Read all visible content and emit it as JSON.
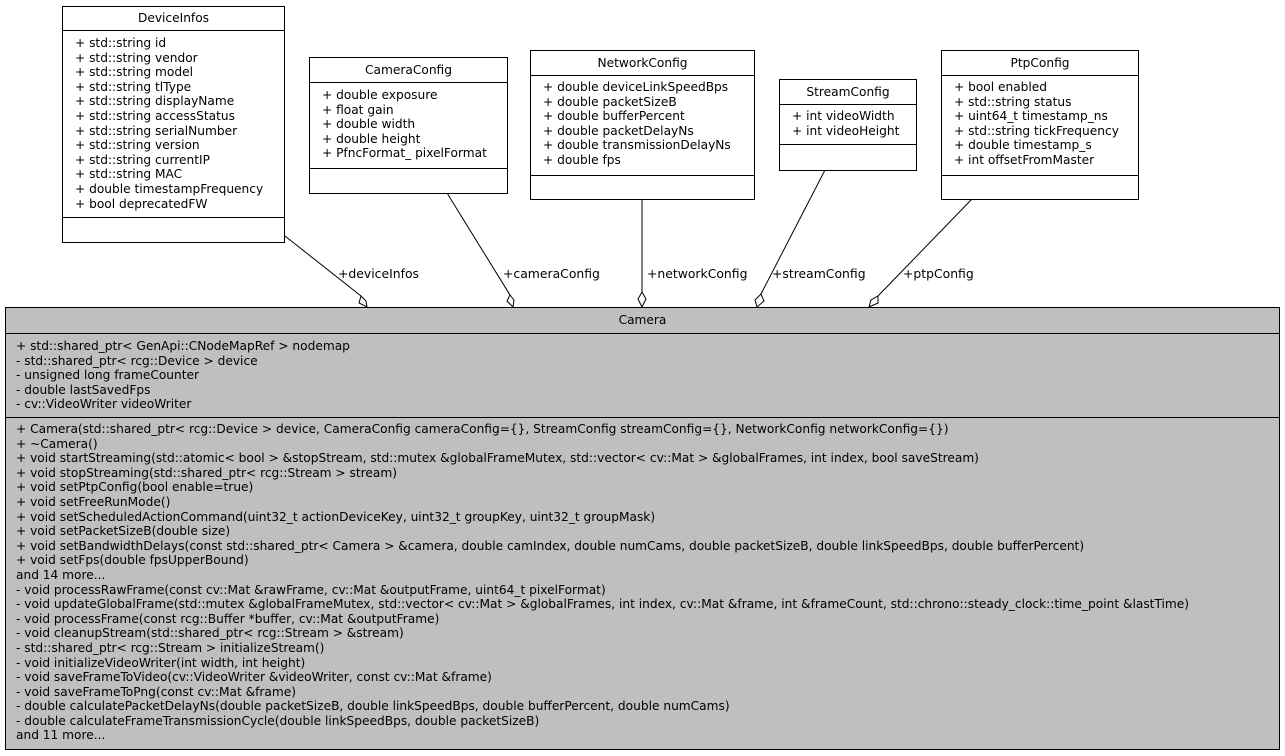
{
  "classes": {
    "device_infos": {
      "name": "DeviceInfos",
      "attributes": [
        "+ std::string id",
        "+ std::string vendor",
        "+ std::string model",
        "+ std::string tlType",
        "+ std::string displayName",
        "+ std::string accessStatus",
        "+ std::string serialNumber",
        "+ std::string version",
        "+ std::string currentIP",
        "+ std::string MAC",
        "+ double timestampFrequency",
        "+ bool deprecatedFW"
      ],
      "methods": []
    },
    "camera_config": {
      "name": "CameraConfig",
      "attributes": [
        "+ double exposure",
        "+ float gain",
        "+ double width",
        "+ double height",
        "+ PfncFormat_ pixelFormat"
      ],
      "methods": []
    },
    "network_config": {
      "name": "NetworkConfig",
      "attributes": [
        "+ double deviceLinkSpeedBps",
        "+ double packetSizeB",
        "+ double bufferPercent",
        "+ double packetDelayNs",
        "+ double transmissionDelayNs",
        "+ double fps"
      ],
      "methods": []
    },
    "stream_config": {
      "name": "StreamConfig",
      "attributes": [
        "+ int videoWidth",
        "+ int videoHeight"
      ],
      "methods": []
    },
    "ptp_config": {
      "name": "PtpConfig",
      "attributes": [
        "+ bool enabled",
        "+ std::string status",
        "+ uint64_t timestamp_ns",
        "+ std::string tickFrequency",
        "+ double timestamp_s",
        "+ int offsetFromMaster"
      ],
      "methods": []
    },
    "camera": {
      "name": "Camera",
      "attributes": [
        "+ std::shared_ptr< GenApi::CNodeMapRef > nodemap",
        "- std::shared_ptr< rcg::Device > device",
        "- unsigned long frameCounter",
        "- double lastSavedFps",
        "- cv::VideoWriter videoWriter"
      ],
      "methods": [
        "+ Camera(std::shared_ptr< rcg::Device > device, CameraConfig cameraConfig={}, StreamConfig streamConfig={}, NetworkConfig networkConfig={})",
        "+ ~Camera()",
        "+ void startStreaming(std::atomic< bool > &stopStream, std::mutex &globalFrameMutex, std::vector< cv::Mat > &globalFrames, int index, bool saveStream)",
        "+ void stopStreaming(std::shared_ptr< rcg::Stream > stream)",
        "+ void setPtpConfig(bool enable=true)",
        "+ void setFreeRunMode()",
        "+ void setScheduledActionCommand(uint32_t actionDeviceKey, uint32_t groupKey, uint32_t groupMask)",
        "+ void setPacketSizeB(double size)",
        "+ void setBandwidthDelays(const std::shared_ptr< Camera > &camera, double camIndex, double numCams, double packetSizeB, double linkSpeedBps, double bufferPercent)",
        "+ void setFps(double fpsUpperBound)",
        "and 14 more...",
        "- void processRawFrame(const cv::Mat &rawFrame, cv::Mat &outputFrame, uint64_t pixelFormat)",
        "- void updateGlobalFrame(std::mutex &globalFrameMutex, std::vector< cv::Mat > &globalFrames, int index, cv::Mat &frame, int &frameCount, std::chrono::steady_clock::time_point &lastTime)",
        "- void processFrame(const rcg::Buffer *buffer, cv::Mat &outputFrame)",
        "- void cleanupStream(std::shared_ptr< rcg::Stream > &stream)",
        "- std::shared_ptr< rcg::Stream > initializeStream()",
        "- void initializeVideoWriter(int width, int height)",
        "- void saveFrameToVideo(cv::VideoWriter &videoWriter, const cv::Mat &frame)",
        "- void saveFrameToPng(const cv::Mat &frame)",
        "- double calculatePacketDelayNs(double packetSizeB, double linkSpeedBps, double bufferPercent, double numCams)",
        "- double calculateFrameTransmissionCycle(double linkSpeedBps, double packetSizeB)",
        "and 11 more..."
      ]
    }
  },
  "edges": [
    {
      "label": "+deviceInfos",
      "from": "DeviceInfos",
      "to": "Camera"
    },
    {
      "label": "+cameraConfig",
      "from": "CameraConfig",
      "to": "Camera"
    },
    {
      "label": "+networkConfig",
      "from": "NetworkConfig",
      "to": "Camera"
    },
    {
      "label": "+streamConfig",
      "from": "StreamConfig",
      "to": "Camera"
    },
    {
      "label": "+ptpConfig",
      "from": "PtpConfig",
      "to": "Camera"
    }
  ],
  "colors": {
    "camera_fill": "#bfbfbf",
    "box_fill": "#ffffff",
    "stroke": "#000000"
  }
}
